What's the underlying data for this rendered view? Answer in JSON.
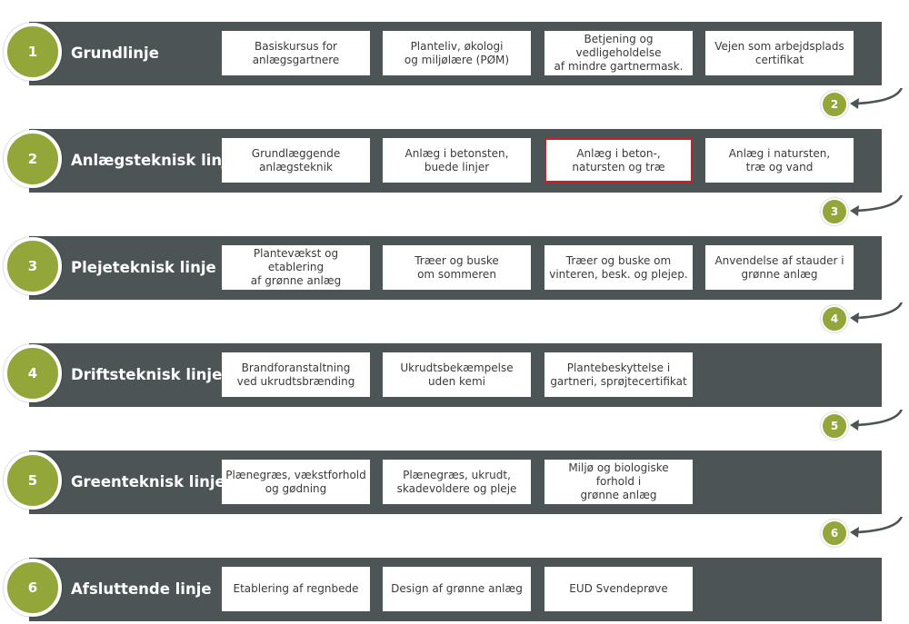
{
  "lines": [
    {
      "number": "1",
      "title": "Grundlinje",
      "courses": [
        "Basiskursus for\nanlægsgartnere",
        "Planteliv, økologi\nog miljølære (PØM)",
        "Betjening og vedligeholdelse\naf mindre gartnermask.",
        "Vejen som arbejdsplads\ncertifikat"
      ],
      "next": "2"
    },
    {
      "number": "2",
      "title": "Anlægsteknisk linje",
      "courses": [
        "Grundlæggende\nanlægsteknik",
        "Anlæg i betonsten,\nbuede linjer",
        "Anlæg i beton-,\nnatursten og træ",
        "Anlæg i natursten,\ntræ og vand"
      ],
      "highlighted": 2,
      "next": "3"
    },
    {
      "number": "3",
      "title": "Plejeteknisk linje",
      "courses": [
        "Plantevækst og etablering\naf grønne anlæg",
        "Træer og buske\nom sommeren",
        "Træer og buske om\nvinteren, besk. og plejep.",
        "Anvendelse af stauder i\ngrønne anlæg"
      ],
      "next": "4"
    },
    {
      "number": "4",
      "title": "Driftsteknisk linje",
      "courses": [
        "Brandforanstaltning\nved ukrudtsbrænding",
        "Ukrudtsbekæmpelse\nuden kemi",
        "Plantebeskyttelse i\ngartneri, sprøjtecertifikat"
      ],
      "next": "5"
    },
    {
      "number": "5",
      "title": "Greenteknisk linje",
      "courses": [
        "Plænegræs, vækstforhold\nog gødning",
        "Plænegræs, ukrudt,\nskadevoldere og pleje",
        "Miljø og biologiske forhold i\ngrønne anlæg"
      ],
      "next": "6"
    },
    {
      "number": "6",
      "title": "Afsluttende linje",
      "courses": [
        "Etablering af regnbede",
        "Design af grønne anlæg",
        "EUD Svendeprøve"
      ]
    }
  ],
  "colors": {
    "band": "#4c5455",
    "accent": "#93a63a",
    "highlight": "#c8202a"
  }
}
